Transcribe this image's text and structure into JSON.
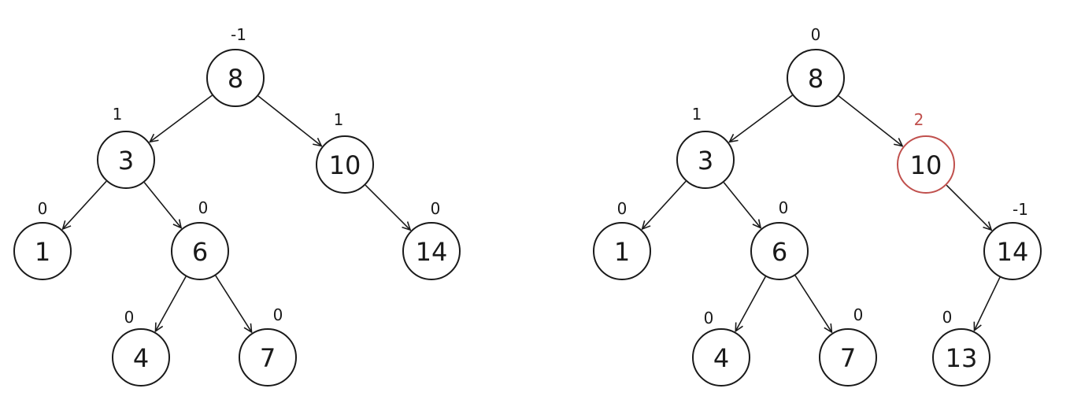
{
  "trees": [
    {
      "nodes": [
        {
          "id": "a8",
          "value": "8",
          "balance": "-1",
          "highlight": false
        },
        {
          "id": "a3",
          "value": "3",
          "balance": "1",
          "highlight": false
        },
        {
          "id": "a10",
          "value": "10",
          "balance": "1",
          "highlight": false
        },
        {
          "id": "a1",
          "value": "1",
          "balance": "0",
          "highlight": false
        },
        {
          "id": "a6",
          "value": "6",
          "balance": "0",
          "highlight": false
        },
        {
          "id": "a14",
          "value": "14",
          "balance": "0",
          "highlight": false
        },
        {
          "id": "a4",
          "value": "4",
          "balance": "0",
          "highlight": false
        },
        {
          "id": "a7",
          "value": "7",
          "balance": "0",
          "highlight": false
        }
      ],
      "edges": [
        [
          "a8",
          "a3"
        ],
        [
          "a8",
          "a10"
        ],
        [
          "a3",
          "a1"
        ],
        [
          "a3",
          "a6"
        ],
        [
          "a10",
          "a14"
        ],
        [
          "a6",
          "a4"
        ],
        [
          "a6",
          "a7"
        ]
      ]
    },
    {
      "nodes": [
        {
          "id": "b8",
          "value": "8",
          "balance": "0",
          "highlight": false
        },
        {
          "id": "b3",
          "value": "3",
          "balance": "1",
          "highlight": false
        },
        {
          "id": "b10",
          "value": "10",
          "balance": "2",
          "highlight": true
        },
        {
          "id": "b1",
          "value": "1",
          "balance": "0",
          "highlight": false
        },
        {
          "id": "b6",
          "value": "6",
          "balance": "0",
          "highlight": false
        },
        {
          "id": "b14",
          "value": "14",
          "balance": "-1",
          "highlight": false
        },
        {
          "id": "b4",
          "value": "4",
          "balance": "0",
          "highlight": false
        },
        {
          "id": "b7",
          "value": "7",
          "balance": "0",
          "highlight": false
        },
        {
          "id": "b13",
          "value": "13",
          "balance": "0",
          "highlight": false
        }
      ],
      "edges": [
        [
          "b8",
          "b3"
        ],
        [
          "b8",
          "b10"
        ],
        [
          "b3",
          "b1"
        ],
        [
          "b3",
          "b6"
        ],
        [
          "b10",
          "b14"
        ],
        [
          "b6",
          "b4"
        ],
        [
          "b6",
          "b7"
        ],
        [
          "b14",
          "b13"
        ]
      ]
    }
  ],
  "colors": {
    "stroke": "#1a1a1a",
    "highlight": "#c0504d"
  }
}
